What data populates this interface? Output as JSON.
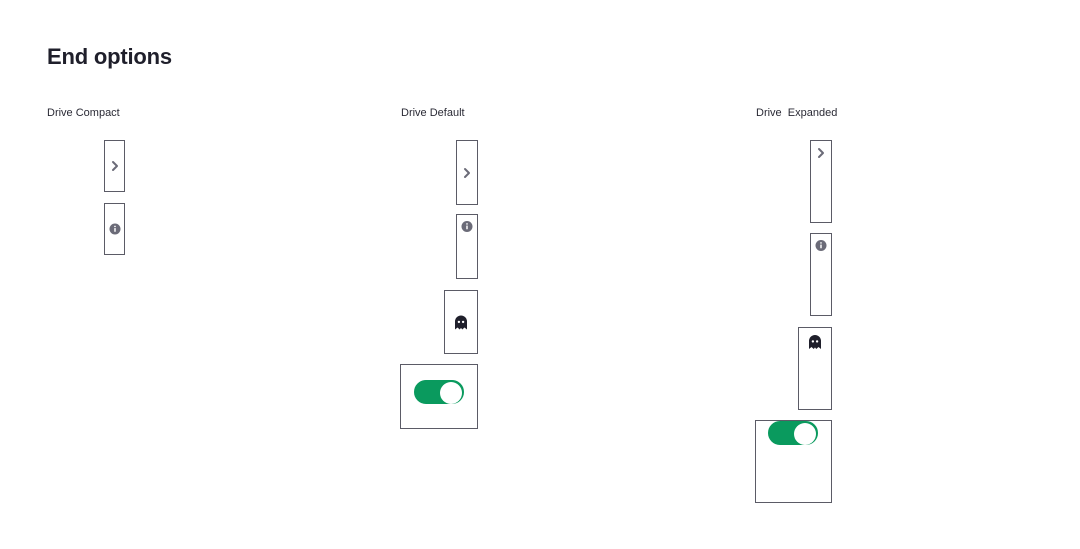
{
  "title": "End options",
  "columns": [
    {
      "label": "Drive Compact"
    },
    {
      "label": "Drive Default"
    },
    {
      "label": "Drive  Expanded"
    }
  ],
  "colors": {
    "border": "#5b5b66",
    "icon": "#6b6b78",
    "ghost": "#1f1f2b",
    "toggle_on": "#0a9a5e",
    "text": "#1f1f2b"
  },
  "icons": {
    "chevron": "chevron-right-icon",
    "info": "info-icon",
    "ghost": "ghost-icon"
  },
  "toggle": {
    "state": "on"
  }
}
